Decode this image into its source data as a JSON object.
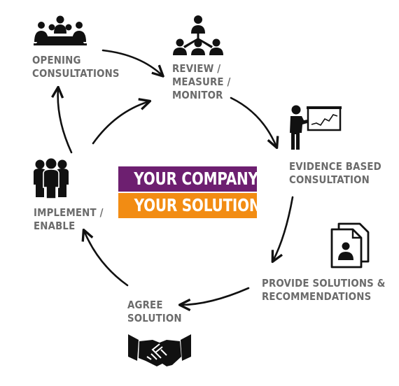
{
  "stages": {
    "opening": [
      "OPENING",
      "CONSULTATIONS"
    ],
    "review": [
      "REVIEW /",
      "MEASURE /",
      "MONITOR"
    ],
    "evidence": [
      "EVIDENCE BASED",
      "CONSULTATION"
    ],
    "provide": [
      "PROVIDE SOLUTIONS &",
      "RECOMMENDATIONS"
    ],
    "agree": [
      "AGREE",
      "SOLUTION"
    ],
    "implement": [
      "IMPLEMENT /",
      "ENABLE"
    ]
  },
  "center": {
    "line1": "YOUR COMPANY",
    "line2": "YOUR SOLUTION"
  },
  "colors": {
    "purple": "#6d1f70",
    "orange": "#f28c13",
    "label_gray": "#6b6b6b",
    "icon_black": "#111111"
  },
  "icons": [
    "meeting-table-icon",
    "org-chart-icon",
    "presenter-chart-icon",
    "documents-icon",
    "handshake-icon",
    "team-group-icon"
  ]
}
